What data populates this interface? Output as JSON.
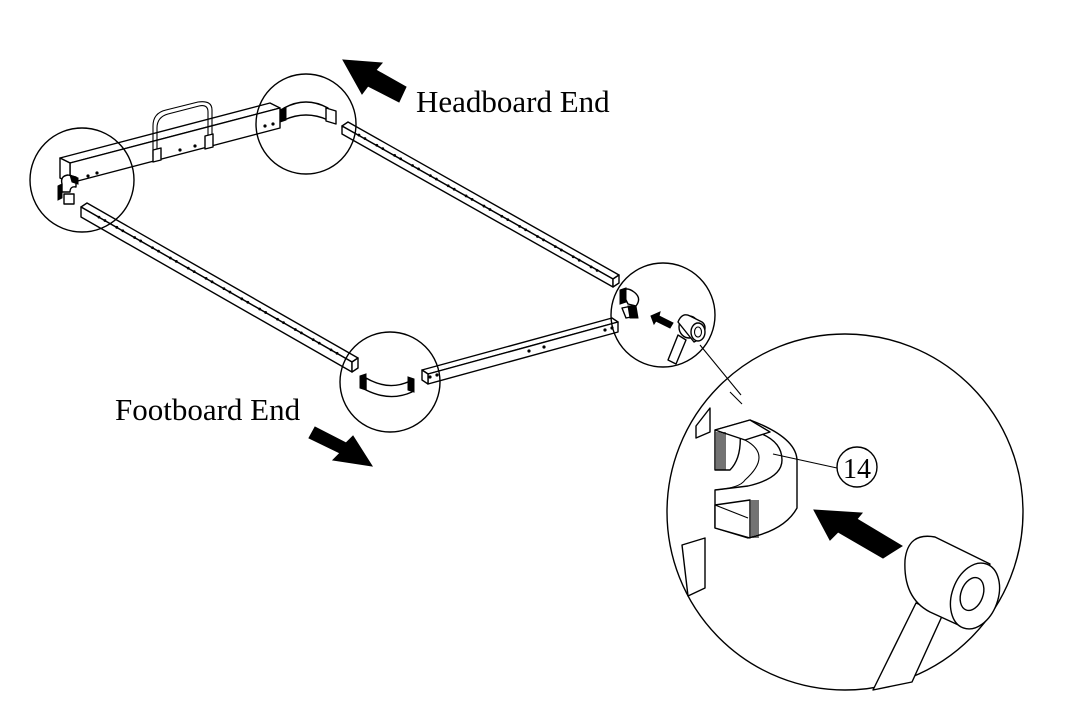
{
  "diagram": {
    "type": "assembly-instruction",
    "subject": "bed frame corner bracket insertion",
    "labels": {
      "headboard": "Headboard End",
      "footboard": "Footboard End"
    },
    "callouts": [
      {
        "part_number": "14",
        "description": "corner bracket"
      }
    ],
    "arrows": [
      {
        "name": "headboard-direction-arrow",
        "direction": "up-left"
      },
      {
        "name": "footboard-direction-arrow",
        "direction": "down-right"
      },
      {
        "name": "insert-arrow-small",
        "direction": "up-left"
      },
      {
        "name": "insert-arrow-large",
        "direction": "up-left"
      }
    ],
    "detail_circles": [
      {
        "name": "top-left-corner-detail",
        "content": "corner bracket"
      },
      {
        "name": "headboard-center-detail",
        "content": "curved connector"
      },
      {
        "name": "footboard-center-detail",
        "content": "curved connector"
      },
      {
        "name": "right-corner-detail",
        "content": "corner bracket with leg cap"
      },
      {
        "name": "magnified-detail",
        "content": "part 14 corner bracket with leg cap"
      }
    ],
    "colors": {
      "line": "#000000",
      "background": "#ffffff"
    }
  }
}
